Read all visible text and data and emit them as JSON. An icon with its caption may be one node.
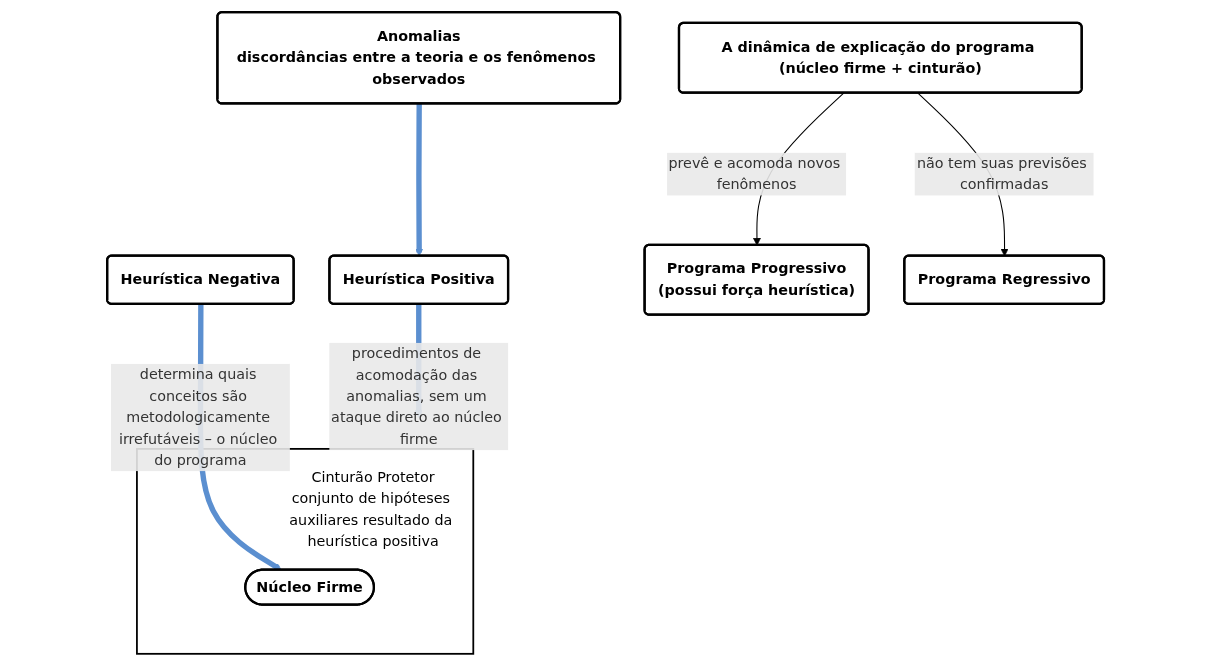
{
  "diagram": {
    "nodes": [
      {
        "text": [
          "Heurística Negativa"
        ]
      },
      {
        "text": [
          "Anomalias",
          "discordâncias entre a teoria e os fenômenos observados"
        ]
      },
      {
        "text": [
          "Heurística Positiva"
        ]
      },
      {
        "text": [
          "Cinturão Protetor",
          "conjunto de hipóteses auxiliares resultado da heurística positiva"
        ]
      },
      {
        "text": [
          "Núcleo Firme"
        ],
        "in": 3
      },
      {
        "text": [
          "A dinâmica de explicação do programa (núcleo firme + cinturão)"
        ]
      },
      {
        "text": [
          "Programa Progressivo",
          "(possui força heurística)"
        ]
      },
      {
        "text": [
          "Programa Regressivo"
        ]
      }
    ],
    "edges": [
      {
        "from": 0,
        "to": 4,
        "arrow": "to",
        "label": "determina quais conceitos são metodologicamente irrefutáveis – o núcleo do programa"
      },
      {
        "from": 1,
        "to": 2,
        "arrow": "to"
      },
      {
        "from": 2,
        "to": 3,
        "arrow": "to",
        "label": "procedimentos de acomodação das anomalias, sem um ataque direto ao núcleo firme"
      },
      {
        "from": 5,
        "to": 6,
        "arrow": "to",
        "label": "prevê e acomoda novos fenômenos",
        "color": "#000000"
      },
      {
        "from": 5,
        "to": 7,
        "arrow": "to",
        "label": "não tem suas previsões confirmadas",
        "color": "#000000"
      }
    ]
  }
}
